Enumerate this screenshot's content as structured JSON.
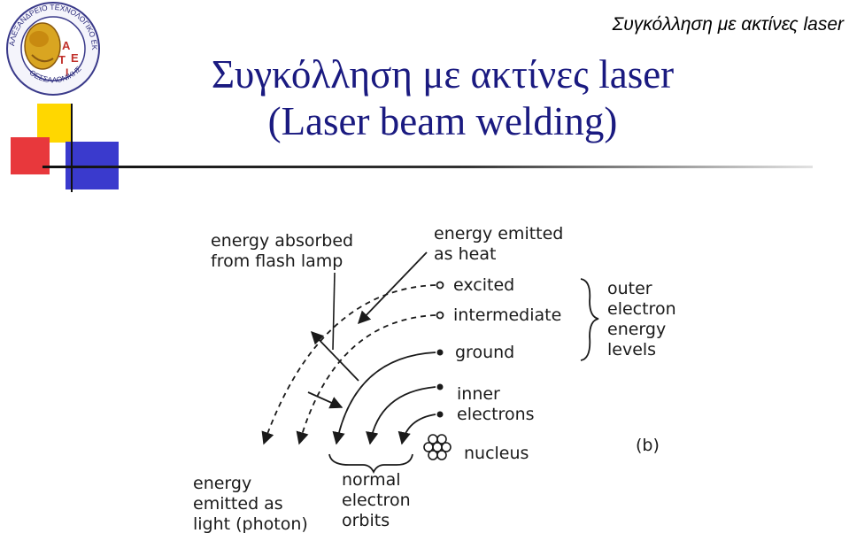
{
  "slide": {
    "corner_title": "Συγκόλληση με ακτίνες laser",
    "title_line1": "Συγκόλληση με ακτίνες laser",
    "title_line2": "(Laser beam welding)"
  },
  "logo": {
    "icon": "university-seal-icon",
    "text": "ΑΛΕΞΑΝΔΡΕΙΟ ΤΕΧΝΟΛΟΓΙΚΟ ΕΚΠΑΙΔΕΥΤΙΚΟ ΙΔΡΥΜΑ ΘΕΣΣΑΛΟΝΙΚΗΣ",
    "mark": "ΑΤΕΙ"
  },
  "colors": {
    "title": "#1a1a80",
    "deco_yellow": "#ffd700",
    "deco_red": "#e8383c",
    "deco_blue": "#3a3acd"
  },
  "diagram": {
    "labels": {
      "absorbed_1": "energy absorbed",
      "absorbed_2": "from flash lamp",
      "emitted_heat_1": "energy emitted",
      "emitted_heat_2": "as heat",
      "excited": "excited",
      "intermediate": "intermediate",
      "ground": "ground",
      "outer_1": "outer",
      "outer_2": "electron",
      "outer_3": "energy",
      "outer_4": "levels",
      "inner_1": "inner",
      "inner_2": "electrons",
      "nucleus": "nucleus",
      "panel": "(b)",
      "photon_1": "energy",
      "photon_2": "emitted as",
      "photon_3": "light (photon)",
      "orbits_1": "normal",
      "orbits_2": "electron",
      "orbits_3": "orbits"
    }
  }
}
